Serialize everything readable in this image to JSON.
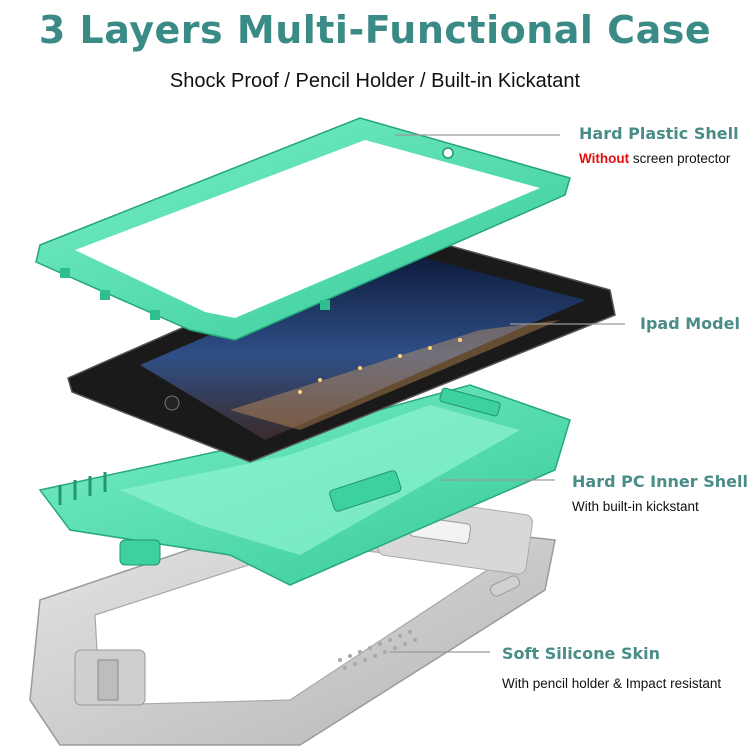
{
  "header": {
    "title": "3 Layers Multi-Functional Case",
    "subtitle": "Shock Proof / Pencil Holder / Built-in Kickatant"
  },
  "layers": [
    {
      "label": "Hard Plastic Shell",
      "note_emphasis": "Without",
      "note": " screen protector"
    },
    {
      "label": "Ipad Model"
    },
    {
      "label": "Hard PC Inner Shell",
      "note": "With built-in kickstant"
    },
    {
      "label": "Soft Silicone Skin",
      "note": "With pencil holder & Impact resistant"
    }
  ],
  "colors": {
    "title": "#3a8a86",
    "label": "#4a8c86",
    "mint": "#4fe3b2",
    "mint_dark": "#2fbf8e",
    "silicone": "#c9c9c9",
    "emphasis": "#e01010"
  }
}
